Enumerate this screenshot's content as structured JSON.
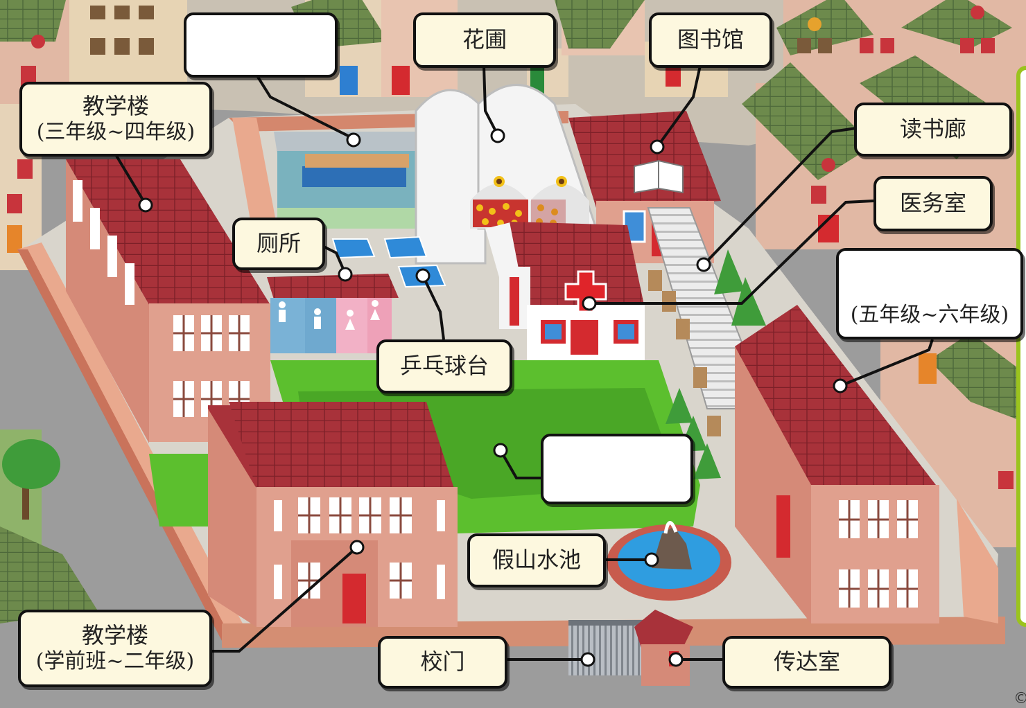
{
  "labels": {
    "garden": "花圃",
    "library": "图书馆",
    "teaching_building_3_4": "教学楼",
    "teaching_building_3_4_grades": "(三年级~四年级)",
    "reading_corridor": "读书廊",
    "clinic": "医务室",
    "toilet": "厕所",
    "teaching_building_5_6_grades": "(五年级~六年级)",
    "ping_pong_table": "乒乓球台",
    "rockery_pond": "假山水池",
    "teaching_building_k_2": "教学楼",
    "teaching_building_k_2_grades": "(学前班~二年级)",
    "school_gate": "校门",
    "guard_room": "传达室",
    "copyright": "©"
  },
  "colors": {
    "label_fill": "#fdf8df",
    "label_border": "#111111",
    "roof_red": "#a8323a",
    "wall_pink": "#e0a08e",
    "lawn_green": "#5cbf2e",
    "panel_border": "#9bc31e"
  }
}
